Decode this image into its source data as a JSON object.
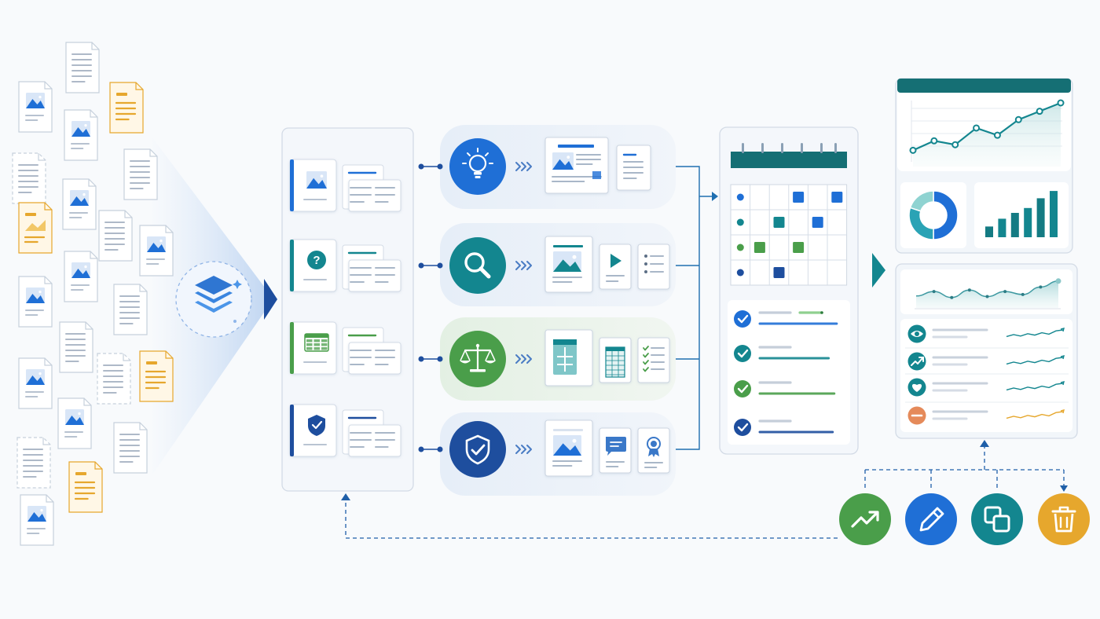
{
  "diagram": {
    "title": "",
    "colors": {
      "background": "#f8fafc",
      "blue": "#1f6fd6",
      "navy": "#1e4e9e",
      "teal": "#13868f",
      "green": "#4a9e4a",
      "orange": "#e58a5a",
      "gold": "#e6a72d",
      "panel_border": "#d5dde8",
      "line_gray": "#c7d0dc"
    },
    "source_documents": [
      {
        "kind": "text",
        "variant": "plain"
      },
      {
        "kind": "image",
        "variant": "plain"
      },
      {
        "kind": "text",
        "variant": "highlighted"
      },
      {
        "kind": "image",
        "variant": "plain"
      },
      {
        "kind": "text",
        "variant": "dashed"
      },
      {
        "kind": "text",
        "variant": "plain"
      },
      {
        "kind": "image",
        "variant": "highlighted"
      },
      {
        "kind": "image",
        "variant": "plain"
      },
      {
        "kind": "text",
        "variant": "plain"
      },
      {
        "kind": "image",
        "variant": "plain"
      },
      {
        "kind": "image",
        "variant": "plain"
      },
      {
        "kind": "image",
        "variant": "plain"
      },
      {
        "kind": "text",
        "variant": "plain"
      },
      {
        "kind": "text",
        "variant": "plain"
      },
      {
        "kind": "image",
        "variant": "plain"
      },
      {
        "kind": "text",
        "variant": "dashed"
      },
      {
        "kind": "text",
        "variant": "highlighted"
      },
      {
        "kind": "image",
        "variant": "plain"
      },
      {
        "kind": "text",
        "variant": "plain"
      },
      {
        "kind": "text",
        "variant": "dashed"
      },
      {
        "kind": "text",
        "variant": "highlighted"
      },
      {
        "kind": "image",
        "variant": "plain"
      }
    ],
    "ingest_hub_icon": "layers-stack-icon",
    "categories": [
      {
        "id": "image",
        "icon": "image-icon",
        "color": "blue"
      },
      {
        "id": "question",
        "icon": "question-icon",
        "color": "teal"
      },
      {
        "id": "table",
        "icon": "table-icon",
        "color": "green"
      },
      {
        "id": "security",
        "icon": "shield-check-icon",
        "color": "navy"
      }
    ],
    "processing_lanes": [
      {
        "id": "ideas",
        "icon": "lightbulb-icon",
        "color": "blue",
        "outputs": [
          "image-document-icon",
          "text-document-icon"
        ]
      },
      {
        "id": "search",
        "icon": "magnifier-icon",
        "color": "teal",
        "outputs": [
          "image-document-icon",
          "video-document-icon",
          "list-document-icon"
        ]
      },
      {
        "id": "compliance",
        "icon": "scales-icon",
        "color": "green",
        "outputs": [
          "flowchart-document-icon",
          "spreadsheet-document-icon",
          "checklist-document-icon"
        ]
      },
      {
        "id": "protection",
        "icon": "shield-check-icon",
        "color": "navy",
        "outputs": [
          "image-document-icon",
          "chat-bubble-icon",
          "certificate-icon"
        ]
      }
    ],
    "schedule_grid": {
      "rows": 4,
      "cols": 6,
      "row_markers": [
        "blue",
        "teal",
        "green",
        "navy"
      ],
      "filled_cells": [
        {
          "row": 0,
          "col": 3,
          "color": "blue"
        },
        {
          "row": 0,
          "col": 5,
          "color": "blue"
        },
        {
          "row": 1,
          "col": 2,
          "color": "teal"
        },
        {
          "row": 1,
          "col": 4,
          "color": "blue"
        },
        {
          "row": 2,
          "col": 1,
          "color": "green"
        },
        {
          "row": 2,
          "col": 3,
          "color": "green"
        },
        {
          "row": 3,
          "col": 2,
          "color": "navy"
        }
      ]
    },
    "task_checklist": [
      {
        "color": "blue",
        "progress": 0.95
      },
      {
        "color": "teal",
        "progress": 0.85
      },
      {
        "color": "green",
        "progress": 0.92
      },
      {
        "color": "navy",
        "progress": 0.9
      }
    ],
    "dashboard": {
      "line_chart": [
        0.15,
        0.32,
        0.25,
        0.55,
        0.42,
        0.7,
        0.85,
        1.0
      ],
      "donut_shares": [
        0.5,
        0.3,
        0.2
      ],
      "bar_chart": [
        0.22,
        0.38,
        0.5,
        0.6,
        0.8,
        0.95
      ],
      "area_chart": [
        0.4,
        0.55,
        0.35,
        0.6,
        0.38,
        0.55,
        0.45,
        0.7,
        0.9
      ],
      "metrics": [
        {
          "icon": "eye-icon",
          "color": "teal"
        },
        {
          "icon": "trend-up-icon",
          "color": "teal"
        },
        {
          "icon": "heart-icon",
          "color": "teal"
        },
        {
          "icon": "minus-icon",
          "color": "orange"
        }
      ]
    },
    "action_buttons": [
      {
        "id": "analyze",
        "icon": "trend-up-icon",
        "color": "green"
      },
      {
        "id": "edit",
        "icon": "pencil-icon",
        "color": "blue"
      },
      {
        "id": "duplicate",
        "icon": "copy-icon",
        "color": "teal"
      },
      {
        "id": "delete",
        "icon": "trash-icon",
        "color": "gold"
      }
    ]
  }
}
